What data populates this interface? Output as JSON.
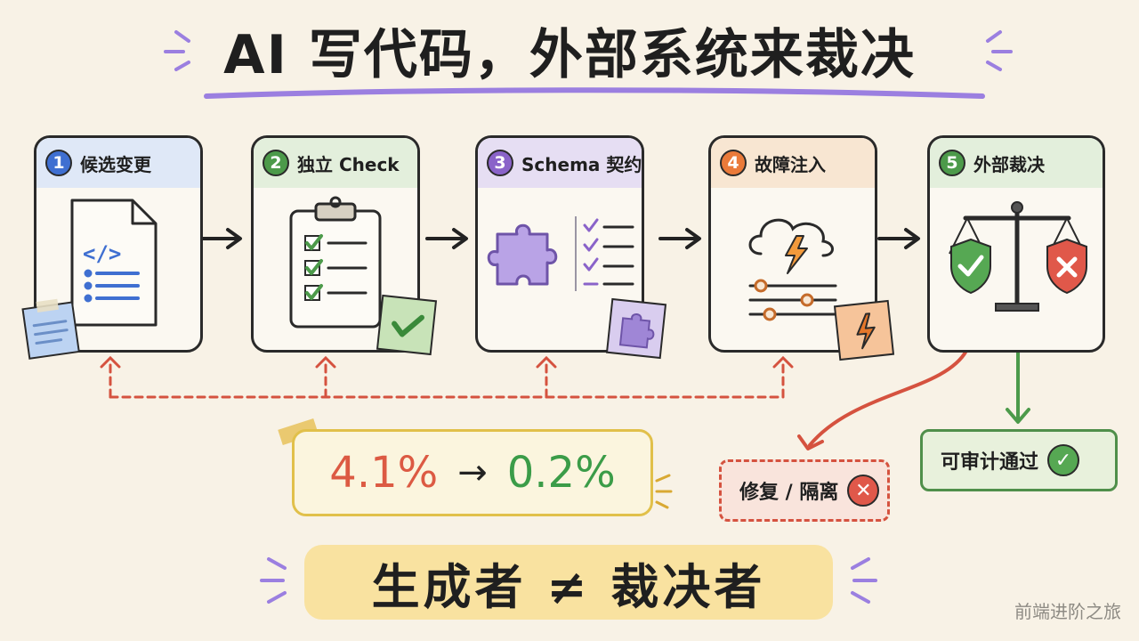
{
  "title": "AI 写代码，外部系统来裁决",
  "steps": [
    {
      "number": "1",
      "label": "候选变更",
      "icon": "code-file-icon",
      "sticker": "sticky-note-icon",
      "head_color": "#dfe8f7",
      "num_color": "#3f6fd1"
    },
    {
      "number": "2",
      "label": "独立 Check",
      "icon": "clipboard-checklist-icon",
      "sticker": "check-sticker-icon",
      "head_color": "#e3efdc",
      "num_color": "#4c9a4a"
    },
    {
      "number": "3",
      "label": "Schema 契约",
      "icon": "puzzle-checklist-icon",
      "sticker": "puzzle-sticker-icon",
      "head_color": "#e6def3",
      "num_color": "#8a63c9"
    },
    {
      "number": "4",
      "label": "故障注入",
      "icon": "storm-sliders-icon",
      "sticker": "lightning-sticker-icon",
      "head_color": "#f8e6d2",
      "num_color": "#ea7a3a"
    },
    {
      "number": "5",
      "label": "外部裁决",
      "icon": "balance-scale-icon",
      "sticker": "",
      "head_color": "#e3efdc",
      "num_color": "#4c9a4a"
    }
  ],
  "metric": {
    "from": "4.1%",
    "arrow": "→",
    "to": "0.2%"
  },
  "outcomes": {
    "fail_label": "修复 / 隔离",
    "fail_icon": "cross-circle-icon",
    "pass_label": "可审计通过",
    "pass_icon": "check-circle-icon"
  },
  "motto": "生成者 ≠ 裁决者",
  "watermark": "前端进阶之旅",
  "colors": {
    "red": "#d5523f",
    "green": "#4c9a4a",
    "purple": "#9b7fe0",
    "yellow": "#e1c04a"
  }
}
